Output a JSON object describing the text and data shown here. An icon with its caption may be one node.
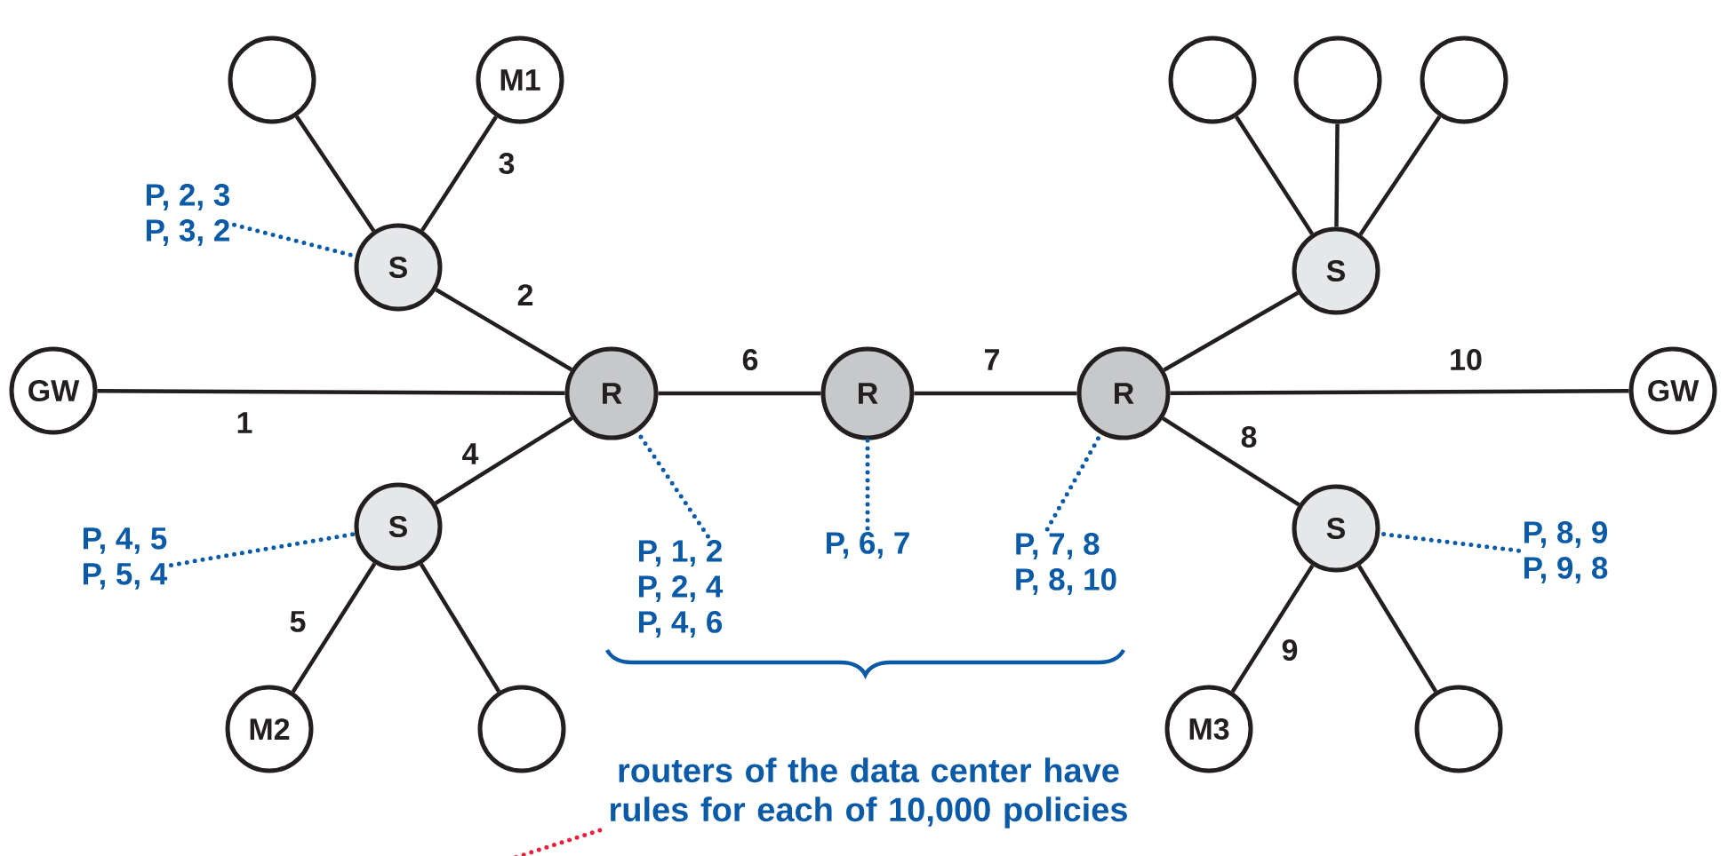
{
  "diagram": {
    "nodes": [
      {
        "text": [],
        "shape": "circle"
      },
      {
        "text": [
          "M1"
        ]
      },
      {
        "text": [],
        "shape": "circle"
      },
      {
        "text": [],
        "shape": "circle"
      },
      {
        "text": [],
        "shape": "circle"
      },
      {
        "text": [
          "P, 2, 3",
          "P, 3, 2"
        ]
      },
      {
        "text": [
          "S"
        ]
      },
      {
        "text": [
          "S"
        ]
      },
      {
        "text": [
          "GW"
        ]
      },
      {
        "text": [
          "R"
        ]
      },
      {
        "text": [
          "R"
        ]
      },
      {
        "text": [
          "R"
        ]
      },
      {
        "text": [
          "GW"
        ]
      },
      {
        "text": [
          "S"
        ]
      },
      {
        "text": [
          "P, 4, 5",
          "P, 5, 4"
        ]
      },
      {
        "text": [
          "P, 1, 2",
          "P, 2, 4",
          "P, 4, 6"
        ]
      },
      {
        "text": [
          "P, 6, 7"
        ]
      },
      {
        "text": [
          "P, 7, 8",
          "P, 8, 10"
        ]
      },
      {
        "text": [
          "S"
        ]
      },
      {
        "text": [
          "P, 8, 9",
          "P, 9, 8"
        ]
      },
      {
        "text": [
          "M2"
        ]
      },
      {
        "text": [],
        "shape": "circle"
      },
      {
        "text": [
          "M3"
        ]
      },
      {
        "text": [],
        "shape": "circle"
      },
      {
        "text": [
          "routers of the data center have rules for each of 10,000 policies"
        ]
      }
    ],
    "edges": [
      {
        "from": 8,
        "to": 9,
        "arrow": "none",
        "label": "1"
      },
      {
        "from": 6,
        "to": 9,
        "arrow": "none",
        "label": "2"
      },
      {
        "from": 1,
        "to": 6,
        "arrow": "none",
        "label": "3"
      },
      {
        "from": 9,
        "to": 13,
        "arrow": "none",
        "label": "4"
      },
      {
        "from": 13,
        "to": 20,
        "arrow": "none",
        "label": "5"
      },
      {
        "from": 9,
        "to": 10,
        "arrow": "none",
        "label": "6"
      },
      {
        "from": 10,
        "to": 11,
        "arrow": "none",
        "label": "7"
      },
      {
        "from": 11,
        "to": 18,
        "arrow": "none",
        "label": "8"
      },
      {
        "from": 18,
        "to": 22,
        "arrow": "none",
        "label": "9"
      },
      {
        "from": 11,
        "to": 12,
        "arrow": "none",
        "label": "10"
      },
      {
        "from": 0,
        "to": 6,
        "arrow": "none"
      },
      {
        "from": 7,
        "to": 2,
        "arrow": "none"
      },
      {
        "from": 7,
        "to": 3,
        "arrow": "none"
      },
      {
        "from": 7,
        "to": 4,
        "arrow": "none"
      },
      {
        "from": 11,
        "to": 7,
        "arrow": "none"
      },
      {
        "from": 13,
        "to": 21,
        "arrow": "none"
      },
      {
        "from": 18,
        "to": 23,
        "arrow": "none"
      },
      {
        "from": 5,
        "to": 6,
        "arrow": "none",
        "style": "dashed",
        "color": "#0b5aa7"
      },
      {
        "from": 14,
        "to": 13,
        "arrow": "none",
        "style": "dashed",
        "color": "#0b5aa7"
      },
      {
        "from": 15,
        "to": 9,
        "arrow": "none",
        "style": "dashed",
        "color": "#0b5aa7"
      },
      {
        "from": 16,
        "to": 10,
        "arrow": "none",
        "style": "dashed",
        "color": "#0b5aa7"
      },
      {
        "from": 17,
        "to": 11,
        "arrow": "none",
        "style": "dashed",
        "color": "#0b5aa7"
      },
      {
        "from": 19,
        "to": 18,
        "arrow": "none",
        "style": "dashed",
        "color": "#0b5aa7"
      },
      {
        "from": 24,
        "to": null,
        "arrow": "none",
        "style": "dashed",
        "color": "#e8203a"
      }
    ]
  }
}
